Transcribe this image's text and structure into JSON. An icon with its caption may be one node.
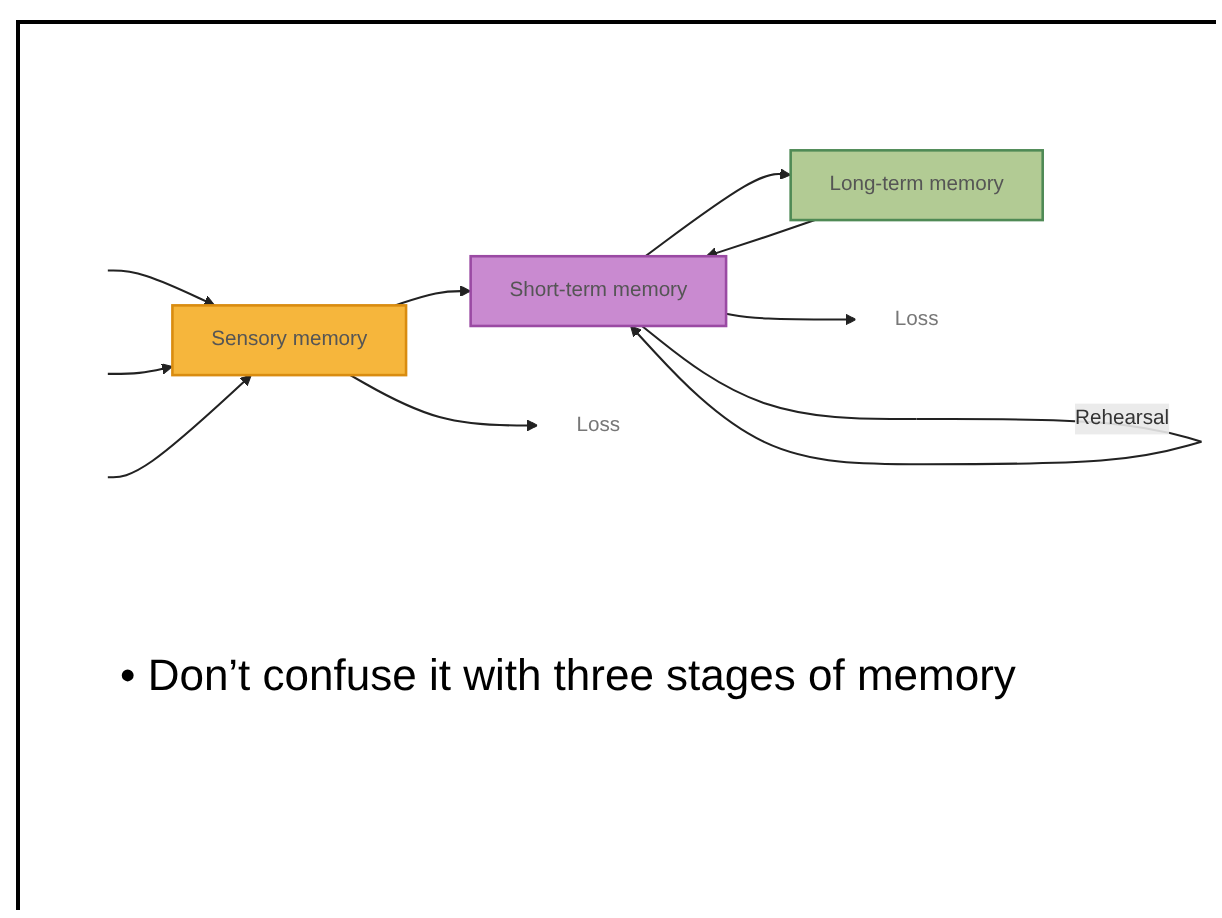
{
  "diagram": {
    "nodes": [
      {
        "text": [
          "Sensory memory"
        ]
      },
      {
        "text": [
          "Short-term memory"
        ]
      },
      {
        "text": [
          "Long-term memory"
        ]
      },
      {
        "text": [
          "Loss"
        ]
      },
      {
        "text": [
          "Loss"
        ]
      }
    ],
    "edges": [
      {
        "from": null,
        "to": 0,
        "arrow": "to"
      },
      {
        "from": null,
        "to": 0,
        "arrow": "to"
      },
      {
        "from": null,
        "to": 0,
        "arrow": "to"
      },
      {
        "from": 0,
        "to": 1,
        "arrow": "to"
      },
      {
        "from": 1,
        "to": 1,
        "arrow": "to",
        "label": "Rehearsal"
      },
      {
        "from": 1,
        "to": 2,
        "arrow": "to"
      },
      {
        "from": 2,
        "to": 1,
        "arrow": "to"
      },
      {
        "from": 0,
        "to": 3,
        "arrow": "to"
      },
      {
        "from": 1,
        "to": 4,
        "arrow": "to"
      }
    ],
    "labels": [
      "• Don’t confuse it with three stages of memory"
    ]
  }
}
